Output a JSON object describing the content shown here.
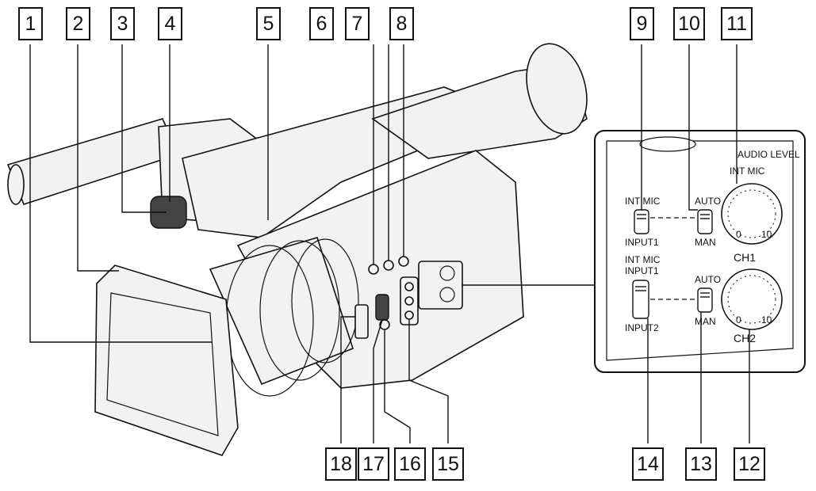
{
  "callouts": [
    "1",
    "2",
    "3",
    "4",
    "5",
    "6",
    "7",
    "8",
    "9",
    "10",
    "11",
    "12",
    "13",
    "14",
    "15",
    "16",
    "17",
    "18"
  ],
  "panel": {
    "title": "AUDIO LEVEL",
    "int_mic_top": "INT MIC",
    "sw9_top": "INT MIC",
    "sw9_bottom": "INPUT1",
    "sw10_top": "AUTO",
    "sw10_bottom": "MAN",
    "dial11_label": "CH1",
    "sw14_top1": "INT MIC",
    "sw14_top2": "INPUT1",
    "sw14_bottom": "INPUT2",
    "sw13_top": "AUTO",
    "sw13_bottom": "MAN",
    "dial12_label": "CH2",
    "dial_min": "0",
    "dial_max": "10"
  }
}
